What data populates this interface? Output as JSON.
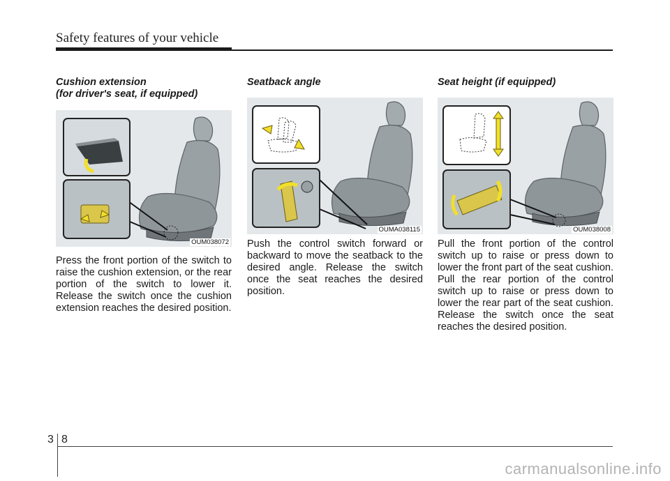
{
  "header": {
    "title": "Safety features of your vehicle"
  },
  "sections": [
    {
      "heading_lines": [
        "Cushion extension",
        "(for driver's seat, if equipped)"
      ],
      "figure_code": "OUM038072",
      "body": "Press the front portion of the switch to raise the cushion extension, or the rear portion of the switch to lower it. Release the switch once the cushion extension reaches the desired position."
    },
    {
      "heading_lines": [
        "Seatback angle"
      ],
      "figure_code": "OUMA038115",
      "body": "Push the control switch forward or backward to move the seatback to the desired angle. Release the switch once the seat reaches the desired position."
    },
    {
      "heading_lines": [
        "Seat height (if equipped)"
      ],
      "figure_code": "OUM038008",
      "body": "Pull the front portion of the control switch up to raise or press down to lower the front part of the seat cushion. Pull the rear portion of the control switch up to raise or press down to lower the rear part of the seat cushion. Release the switch once the seat reaches the desired position."
    }
  ],
  "footer": {
    "chapter": "3",
    "page": "8"
  },
  "watermark": "carmanualsonline.info",
  "colors": {
    "figure_bg": "#e4e8ea",
    "arrow": "#f2df2a",
    "seat": "#9aa1a5",
    "rule": "#1a1a1a"
  }
}
